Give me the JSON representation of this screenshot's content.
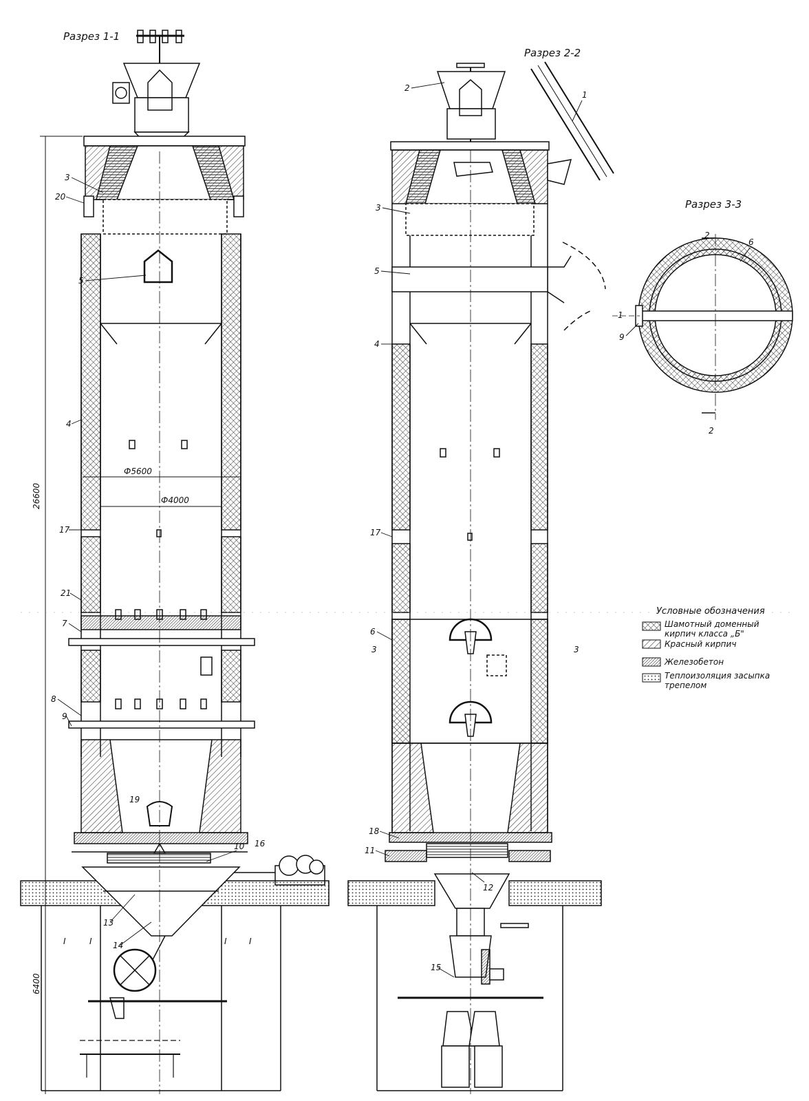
{
  "sections": {
    "s11": "Разрез 1-1",
    "s22": "Разрез 2-2",
    "s33": "Разрез 3-3"
  },
  "dimensions": {
    "total_height": "26600",
    "base_height": "6400",
    "outer_diameter": "Ф5600",
    "inner_diameter": "Ф4000"
  },
  "cut_marks": {
    "two": "2",
    "one": "1",
    "three": "3",
    "roman_one": "I"
  },
  "callouts_left": [
    "3",
    "20",
    "5",
    "4",
    "17",
    "21",
    "7",
    "8",
    "9",
    "19",
    "10",
    "16",
    "13",
    "14"
  ],
  "callouts_middle": [
    "2",
    "1",
    "3",
    "5",
    "4",
    "17",
    "6",
    "18",
    "11",
    "12",
    "15"
  ],
  "callouts_right": [
    "6",
    "9"
  ],
  "legend": {
    "title": "Условные обозначения",
    "items": [
      {
        "line1": "Шамотный доменный",
        "line2": "кирпич класса „Б\"",
        "pattern": "crosshatch"
      },
      {
        "line1": "Красный кирпич",
        "line2": "",
        "pattern": "hatch"
      },
      {
        "line1": "Железобетон",
        "line2": "",
        "pattern": "dense"
      },
      {
        "line1": "Теплоизоляция засыпка",
        "line2": "трепелом",
        "pattern": "dots"
      }
    ]
  },
  "colors": {
    "ink": "#111111",
    "paper": "#ffffff"
  }
}
